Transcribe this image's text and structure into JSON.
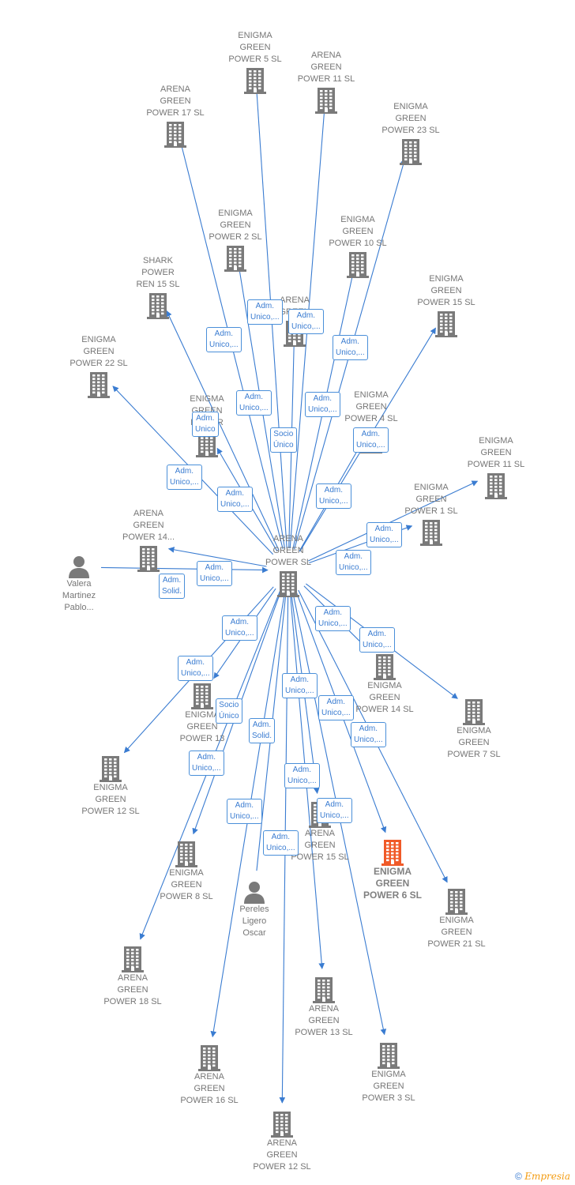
{
  "colors": {
    "node": "#7a7a7a",
    "highlight": "#f05a28",
    "edge": "#3a7cd1",
    "badge_border": "#4a8fd9"
  },
  "footer": {
    "copyright": "©",
    "brand": "Empresia"
  },
  "nodes": [
    {
      "id": "center",
      "type": "company",
      "label": "ARENA\nGREEN\nPOWER  SL"
    },
    {
      "id": "e5",
      "type": "company",
      "label": "ENIGMA\nGREEN\nPOWER 5  SL"
    },
    {
      "id": "a11",
      "type": "company",
      "label": "ARENA\nGREEN\nPOWER 11  SL"
    },
    {
      "id": "a17",
      "type": "company",
      "label": "ARENA\nGREEN\nPOWER 17  SL"
    },
    {
      "id": "e23",
      "type": "company",
      "label": "ENIGMA\nGREEN\nPOWER 23  SL"
    },
    {
      "id": "e2",
      "type": "company",
      "label": "ENIGMA\nGREEN\nPOWER 2  SL"
    },
    {
      "id": "a10",
      "type": "company",
      "label": "ENIGMA\nGREEN\nPOWER 10  SL"
    },
    {
      "id": "shark",
      "type": "company",
      "label": "SHARK\nPOWER\nREN 15  SL"
    },
    {
      "id": "arena_mid",
      "type": "company",
      "label": "ARENA\nGREEN"
    },
    {
      "id": "e15",
      "type": "company",
      "label": "ENIGMA\nGREEN\nPOWER 15  SL"
    },
    {
      "id": "e22",
      "type": "company",
      "label": "ENIGMA\nGREEN\nPOWER 22  SL"
    },
    {
      "id": "enigma_mid",
      "type": "company",
      "label": "ENIGMA\nGREEN\nPOWER"
    },
    {
      "id": "e4",
      "type": "company",
      "label": "ENIGMA\nGREEN\nPOWER 4  SL"
    },
    {
      "id": "e11",
      "type": "company",
      "label": "ENIGMA\nGREEN\nPOWER 11  SL"
    },
    {
      "id": "e1",
      "type": "company",
      "label": "ENIGMA\nGREEN\nPOWER 1  SL"
    },
    {
      "id": "a14",
      "type": "company",
      "label": "ARENA\nGREEN\nPOWER 14..."
    },
    {
      "id": "valera",
      "type": "person",
      "label": "Valera\nMartinez\nPablo..."
    },
    {
      "id": "e14",
      "type": "company",
      "label": "ENIGMA\nGREEN\nPOWER 14  SL"
    },
    {
      "id": "e7",
      "type": "company",
      "label": "ENIGMA\nGREEN\nPOWER 7  SL"
    },
    {
      "id": "e13",
      "type": "company",
      "label": "ENIGMA\nGREEN\nPOWER 13"
    },
    {
      "id": "e12",
      "type": "company",
      "label": "ENIGMA\nGREEN\nPOWER 12  SL"
    },
    {
      "id": "a15",
      "type": "company",
      "label": "ARENA\nGREEN\nPOWER 15  SL"
    },
    {
      "id": "e6",
      "type": "company",
      "label": "ENIGMA\nGREEN\nPOWER 6  SL",
      "highlight": true
    },
    {
      "id": "e8",
      "type": "company",
      "label": "ENIGMA\nGREEN\nPOWER 8  SL"
    },
    {
      "id": "pereles",
      "type": "person",
      "label": "Pereles\nLigero\nOscar"
    },
    {
      "id": "e21",
      "type": "company",
      "label": "ENIGMA\nGREEN\nPOWER 21  SL"
    },
    {
      "id": "a18",
      "type": "company",
      "label": "ARENA\nGREEN\nPOWER 18  SL"
    },
    {
      "id": "a13",
      "type": "company",
      "label": "ARENA\nGREEN\nPOWER 13  SL"
    },
    {
      "id": "e3",
      "type": "company",
      "label": "ENIGMA\nGREEN\nPOWER 3  SL"
    },
    {
      "id": "a16",
      "type": "company",
      "label": "ARENA\nGREEN\nPOWER 16  SL"
    },
    {
      "id": "a12",
      "type": "company",
      "label": "ARENA\nGREEN\nPOWER 12  SL"
    }
  ],
  "edges": [
    {
      "from": "center",
      "to": "e5",
      "label": "Adm.\nUnico,..."
    },
    {
      "from": "center",
      "to": "a11",
      "label": "Adm.\nUnico,..."
    },
    {
      "from": "center",
      "to": "a17",
      "label": "Adm.\nUnico,..."
    },
    {
      "from": "center",
      "to": "e23",
      "label": "Adm.\nUnico,..."
    },
    {
      "from": "center",
      "to": "e2",
      "label": "Adm.\nUnico,..."
    },
    {
      "from": "center",
      "to": "a10",
      "label": "Adm.\nUnico,..."
    },
    {
      "from": "center",
      "to": "shark",
      "label": "Adm.\nUnico"
    },
    {
      "from": "center",
      "to": "arena_mid",
      "label": "Socio\nÚnico"
    },
    {
      "from": "center",
      "to": "e15",
      "label": "Adm.\nUnico,..."
    },
    {
      "from": "center",
      "to": "e22",
      "label": "Adm.\nUnico,..."
    },
    {
      "from": "center",
      "to": "enigma_mid",
      "label": "Adm.\nUnico,..."
    },
    {
      "from": "center",
      "to": "e4",
      "label": "Adm.\nUnico,..."
    },
    {
      "from": "center",
      "to": "e11",
      "label": "Adm.\nUnico,..."
    },
    {
      "from": "center",
      "to": "e1",
      "label": "Adm.\nUnico,..."
    },
    {
      "from": "center",
      "to": "a14",
      "label": "Adm.\nUnico,..."
    },
    {
      "from": "valera",
      "to": "center",
      "label": "Adm.\nSolid."
    },
    {
      "from": "center",
      "to": "e14",
      "label": "Adm.\nUnico,..."
    },
    {
      "from": "center",
      "to": "e7",
      "label": "Adm.\nUnico,..."
    },
    {
      "from": "center",
      "to": "e13",
      "label": "Adm.\nUnico,..."
    },
    {
      "from": "center",
      "to": "e12",
      "label": "Adm.\nUnico,..."
    },
    {
      "from": "center",
      "to": "a15",
      "label": "Adm.\nUnico,..."
    },
    {
      "from": "center",
      "to": "e6",
      "label": "Adm.\nUnico,..."
    },
    {
      "from": "center",
      "to": "e8",
      "label": "Socio\nÚnico"
    },
    {
      "from": "pereles",
      "to": "center",
      "label": "Adm.\nSolid."
    },
    {
      "from": "center",
      "to": "e21",
      "label": "Adm.\nUnico,..."
    },
    {
      "from": "center",
      "to": "a18",
      "label": "Adm.\nUnico,..."
    },
    {
      "from": "center",
      "to": "a13",
      "label": "Adm.\nUnico,..."
    },
    {
      "from": "center",
      "to": "e3",
      "label": "Adm.\nUnico,..."
    },
    {
      "from": "center",
      "to": "a16",
      "label": "Adm.\nUnico,..."
    },
    {
      "from": "center",
      "to": "a12",
      "label": "Adm.\nUnico,..."
    }
  ]
}
